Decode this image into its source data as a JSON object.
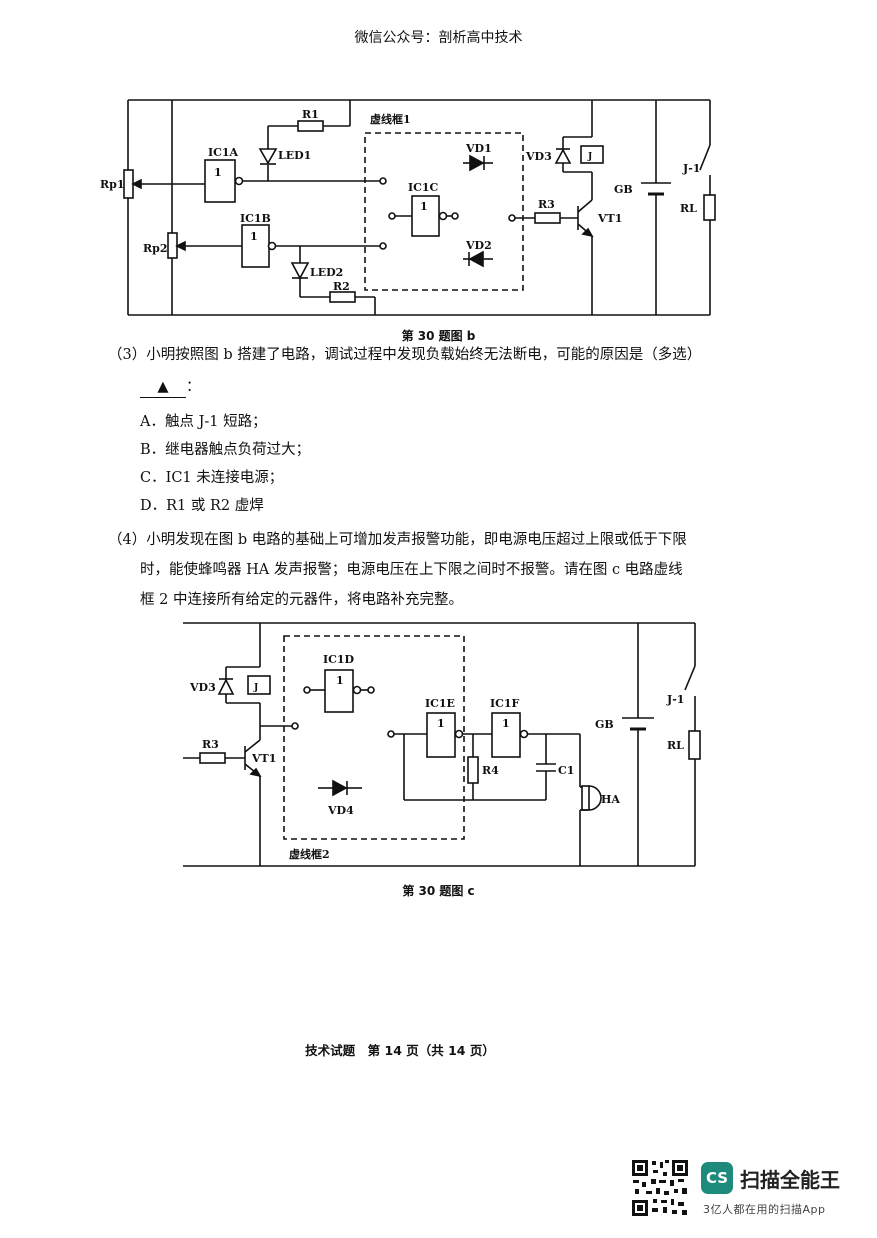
{
  "header": {
    "source": "微信公众号：剖析高中技术"
  },
  "figure_b": {
    "caption": "第 30 题图 b",
    "labels": {
      "rp1": "Rp1",
      "rp2": "Rp2",
      "r1": "R1",
      "r2": "R2",
      "r3": "R3",
      "ic1a": "IC1A",
      "ic1b": "IC1B",
      "ic1c": "IC1C",
      "led1": "LED1",
      "led2": "LED2",
      "vd1": "VD1",
      "vd2": "VD2",
      "vd3": "VD3",
      "box1": "虚线框1",
      "relay": "J",
      "vt1": "VT1",
      "gb": "GB",
      "j1": "J-1",
      "rl": "RL",
      "gate": "1"
    }
  },
  "question3": {
    "stem": "（3）小明按照图 b 搭建了电路，调试过程中发现负载始终无法断电，可能的原因是（多选）",
    "blank": "▲",
    "blank_suffix": "：",
    "options": [
      {
        "letter": "A．",
        "text": "触点 J-1 短路；"
      },
      {
        "letter": "B．",
        "text": "继电器触点负荷过大；"
      },
      {
        "letter": "C．",
        "text": "IC1 未连接电源；"
      },
      {
        "letter": "D．",
        "text": "R1 或 R2 虚焊"
      }
    ]
  },
  "question4": {
    "line1": "（4）小明发现在图 b 电路的基础上可增加发声报警功能，即电源电压超过上限或低于下限",
    "line2": "时，能使蜂鸣器 HA 发声报警；电源电压在上下限之间时不报警。请在图 c 电路虚线",
    "line3": "框 2 中连接所有给定的元器件，将电路补充完整。"
  },
  "figure_c": {
    "caption": "第 30 题图 c",
    "labels": {
      "vd3": "VD3",
      "relay": "J",
      "r3": "R3",
      "vt1": "VT1",
      "ic1d": "IC1D",
      "ic1e": "IC1E",
      "ic1f": "IC1F",
      "vd4": "VD4",
      "r4": "R4",
      "c1": "C1",
      "ha": "HA",
      "gb": "GB",
      "j1": "J-1",
      "rl": "RL",
      "box2": "虚线框2",
      "gate": "1"
    }
  },
  "footer": {
    "page": "技术试题　第 14 页（共 14 页）"
  },
  "watermark": {
    "app_name": "扫描全能王",
    "slogan": "3亿人都在用的扫描App",
    "logo_text": "CS"
  }
}
